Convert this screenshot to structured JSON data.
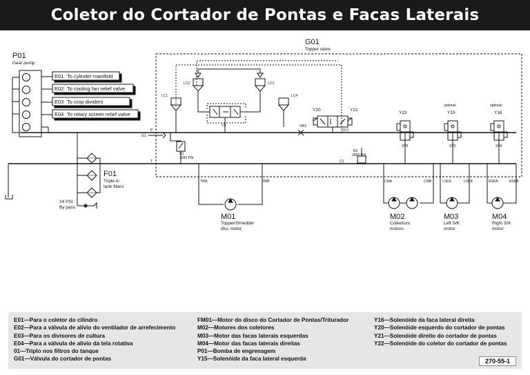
{
  "title": "Coletor do Cortador de Pontas e Facas Laterais",
  "components": {
    "p01": {
      "code": "P01",
      "desc": "Gear pump"
    },
    "g01": {
      "code": "G01",
      "desc": "Topper valve"
    },
    "f01": {
      "code": "F01",
      "desc_line1": "Triple in",
      "desc_line2": "tank filters"
    },
    "bypass": {
      "line1": "24 PSI",
      "line2": "By pass"
    },
    "m01": {
      "code": "M01",
      "desc_line1": "Topper/Shredder",
      "desc_line2": "disc motor"
    },
    "m02": {
      "code": "M02",
      "desc_line1": "Collectors",
      "desc_line2": "motors"
    },
    "m03": {
      "code": "M03",
      "desc_line1": "Left S/K",
      "desc_line2": "motor"
    },
    "m04": {
      "code": "M04",
      "desc_line1": "Right S/K",
      "desc_line2": "motor"
    },
    "y20": "Y20",
    "y21": "Y21",
    "y22": "Y22",
    "y15": {
      "code": "Y15",
      "note": "optional"
    },
    "y16": {
      "code": "Y16",
      "note": "optional"
    },
    "r1": {
      "code": "R1",
      "psi": "3000 PSI"
    },
    "r2": {
      "code": "R2",
      "psi": "2500 PSI"
    }
  },
  "outputs": [
    {
      "code": "E01",
      "desc": "To cylinder manifold"
    },
    {
      "code": "E02",
      "desc": "To cooling fan relief valve"
    },
    {
      "code": "E03",
      "desc": "To crop dividers"
    },
    {
      "code": "E04",
      "desc": "To rotary screen relief valve"
    }
  ],
  "pump_cells": [
    "",
    "",
    "",
    "",
    ""
  ],
  "ports": {
    "p": "P",
    "t": "T",
    "g1": "G1",
    "c1": "C1",
    "or2": "OR2",
    "lc1": "LC1",
    "lc2": "LC2",
    "lc3": "LC3",
    "lc4": "LC4",
    "c5": "C5",
    "sv1": "SV1",
    "sv5": "SV5",
    "sv3": "SV3",
    "sv4": "SV4",
    "tma": "TMA",
    "tmb": "TMB",
    "cma": "CMA",
    "cmb": "CMB",
    "lska": "LSKA",
    "lskb": "LSKB",
    "rska": "RSKA",
    "rskb": "RSKB"
  },
  "legend": {
    "col1": [
      "E01—Para o coletor do cilindro",
      "E02—Para a válvula de alívio do ventilador de arrefecimento",
      "E03—Para os divisores de cultura",
      "E04—Para a válvula de alívio da tela rotativa",
      "01—Triplo nos filtros do tanque",
      "G01—Válvula do cortador de pontas"
    ],
    "col2": [
      "FM01—Motor do disco do Cortador de Pontas/Triturador",
      "M02—Motores dos coletores",
      "M03—Motor das facas laterais esquerdas",
      "M04—Motor das facas laterais direitas",
      "P01—Bomba de engrenagem",
      "Y15—Solenóide da faca lateral esquerda"
    ],
    "col3": [
      "Y16—Solenóide da faca lateral direita",
      "Y20—Solenóide esquerdo do cortador de pontas",
      "Y21—Solenóide direito do cortador de pontas",
      "Y22—Solenóide do coletor do cortador de pontas"
    ]
  },
  "figure_number": "270-55-1"
}
